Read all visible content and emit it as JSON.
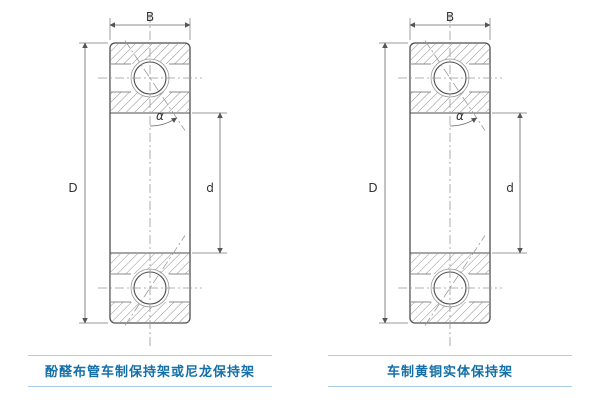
{
  "page": {
    "background": "#ffffff"
  },
  "colors": {
    "accent_text": "#1470a8",
    "divider": "#a8cfe6",
    "line": "#4d4d4d"
  },
  "diagrams": [
    {
      "caption": "酚醛布管车制保持架或尼龙保持架",
      "labels": {
        "width": "B",
        "outer_diameter": "D",
        "bore_diameter": "d",
        "contact_angle": "α"
      }
    },
    {
      "caption": "车制黄铜实体保持架",
      "labels": {
        "width": "B",
        "outer_diameter": "D",
        "bore_diameter": "d",
        "contact_angle": "α"
      }
    }
  ]
}
